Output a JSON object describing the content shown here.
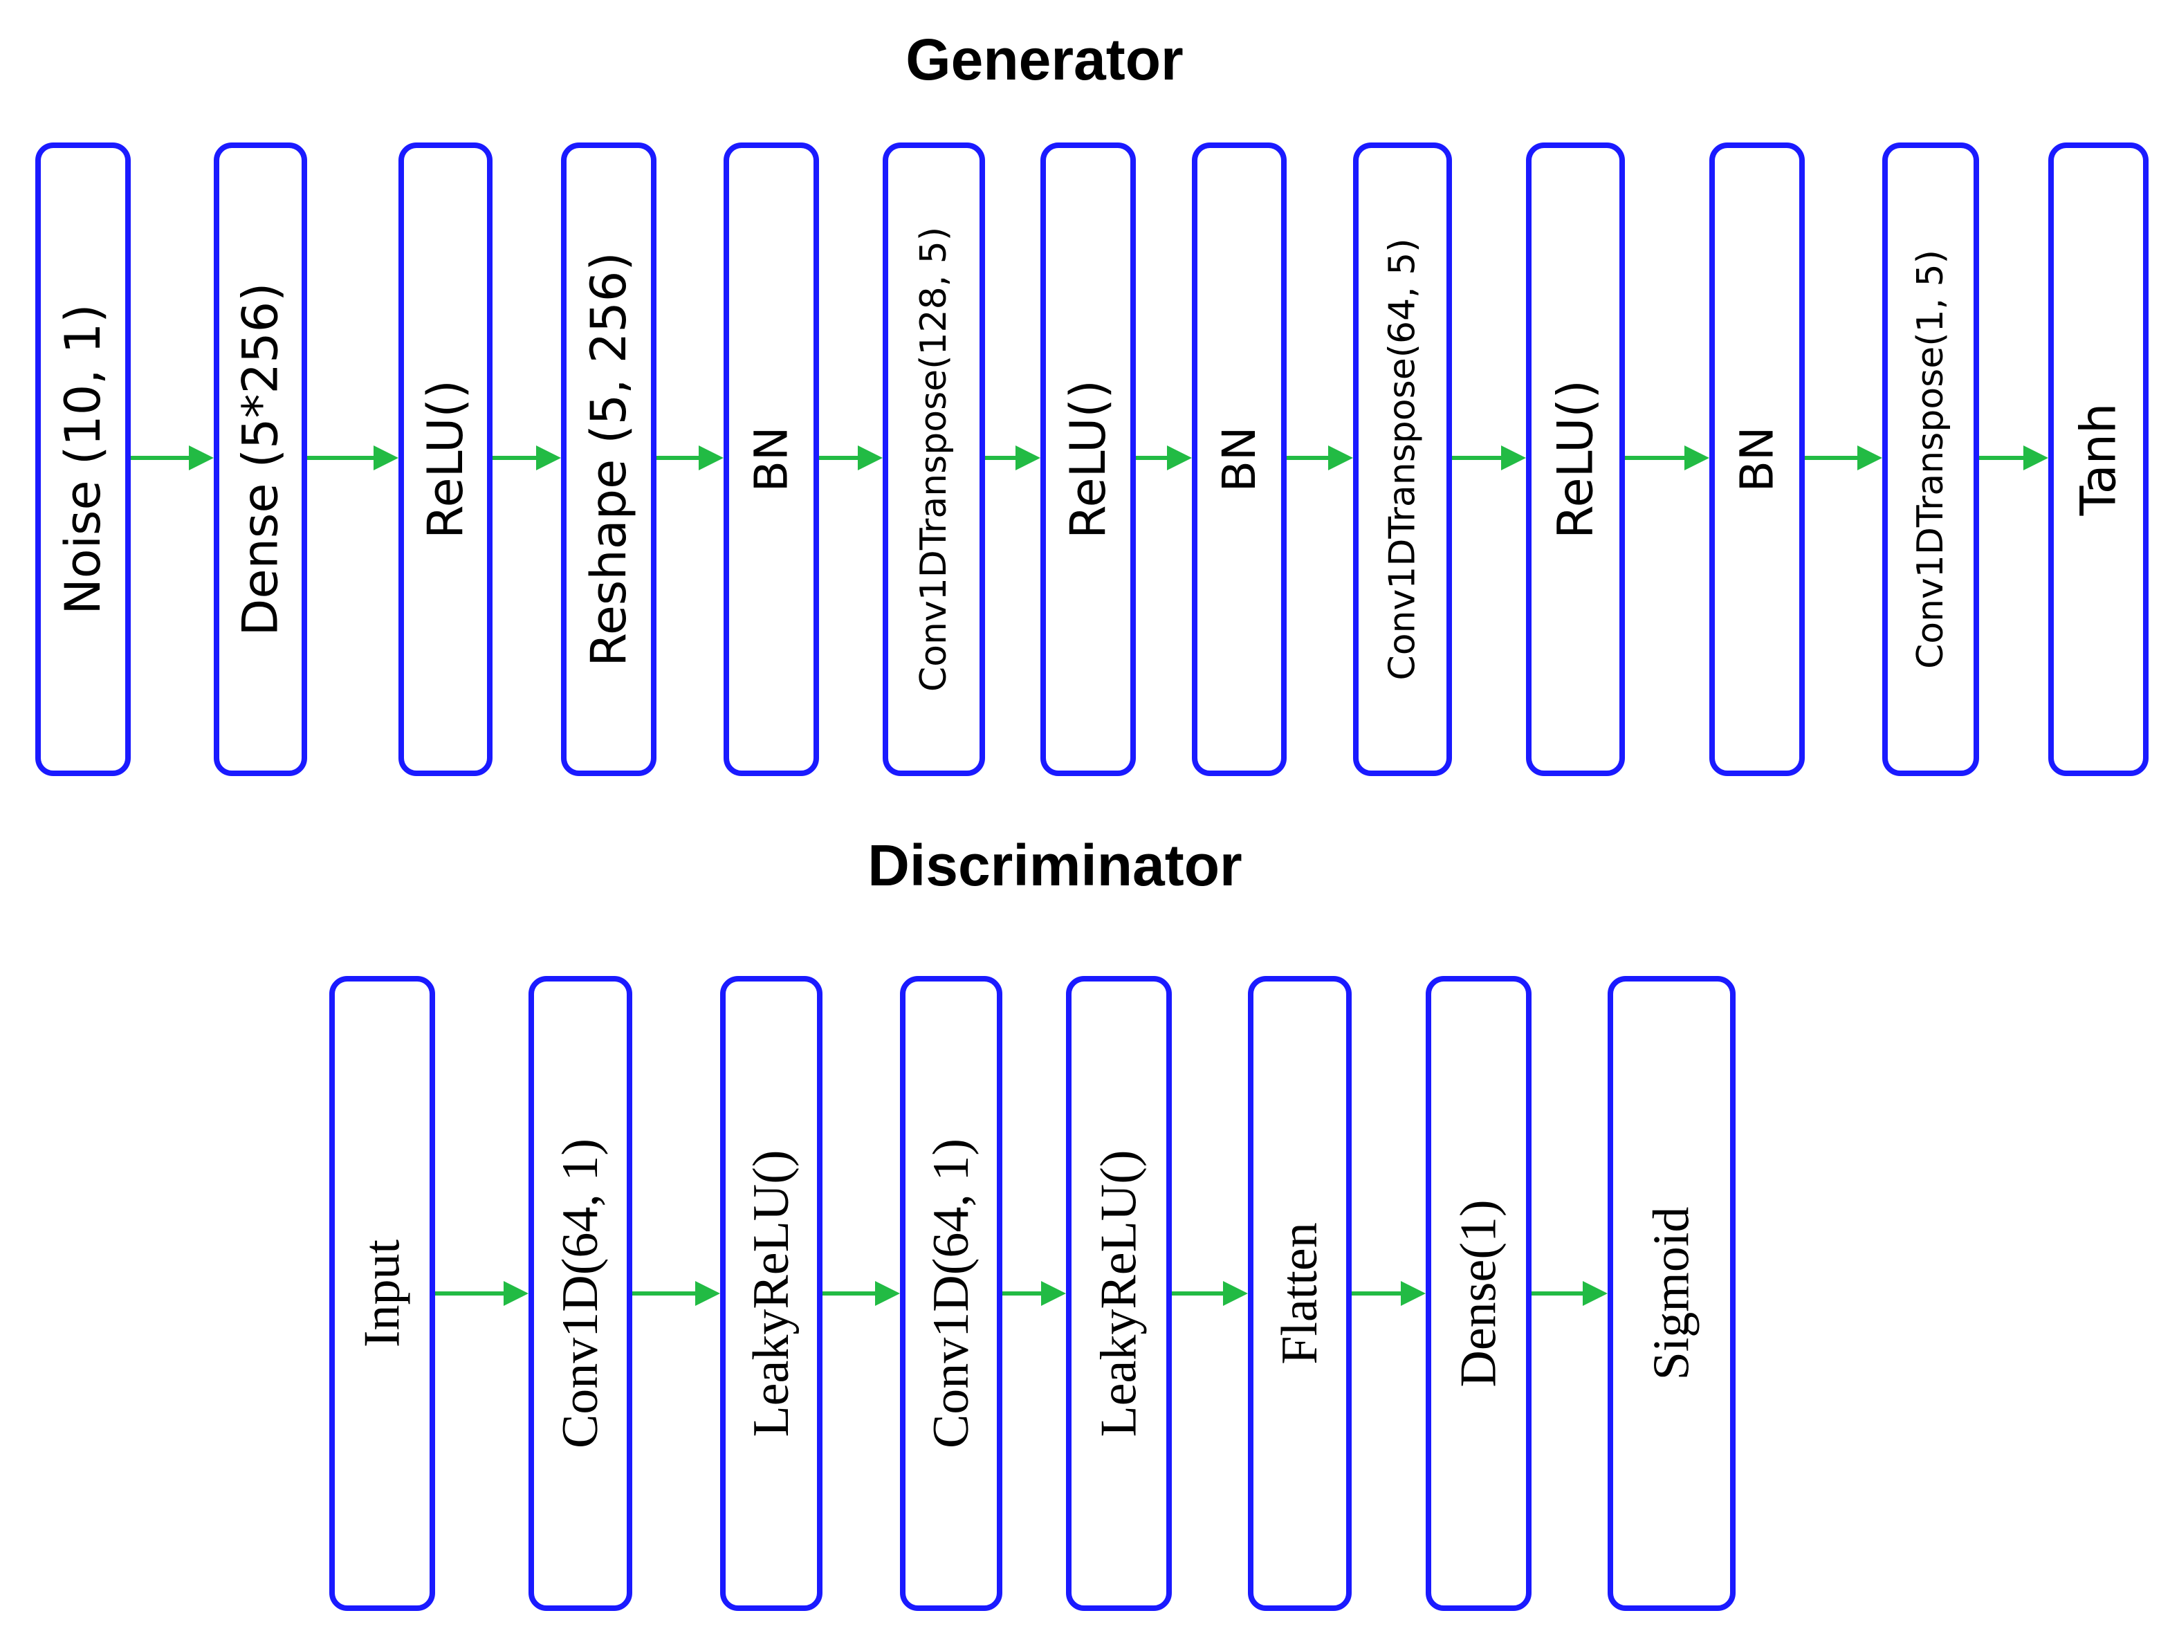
{
  "generator": {
    "title": "Generator",
    "layers": [
      "Noise (10, 1)",
      "Dense (5*256)",
      "ReLU()",
      "Reshape (5, 256)",
      "BN",
      "Conv1DTranspose(128, 5)",
      "ReLU()",
      "BN",
      "Conv1DTranspose(64, 5)",
      "ReLU()",
      "BN",
      "Conv1DTranspose(1, 5)",
      "Tanh"
    ]
  },
  "discriminator": {
    "title": "Discriminator",
    "layers": [
      "Input",
      "Conv1D(64, 1)",
      "LeakyReLU()",
      "Conv1D(64, 1)",
      "LeakyReLU()",
      "Flatten",
      "Dense(1)",
      "Sigmoid"
    ]
  },
  "colors": {
    "box_border": "#1a1aff",
    "arrow": "#22bb44",
    "text": "#000000"
  }
}
